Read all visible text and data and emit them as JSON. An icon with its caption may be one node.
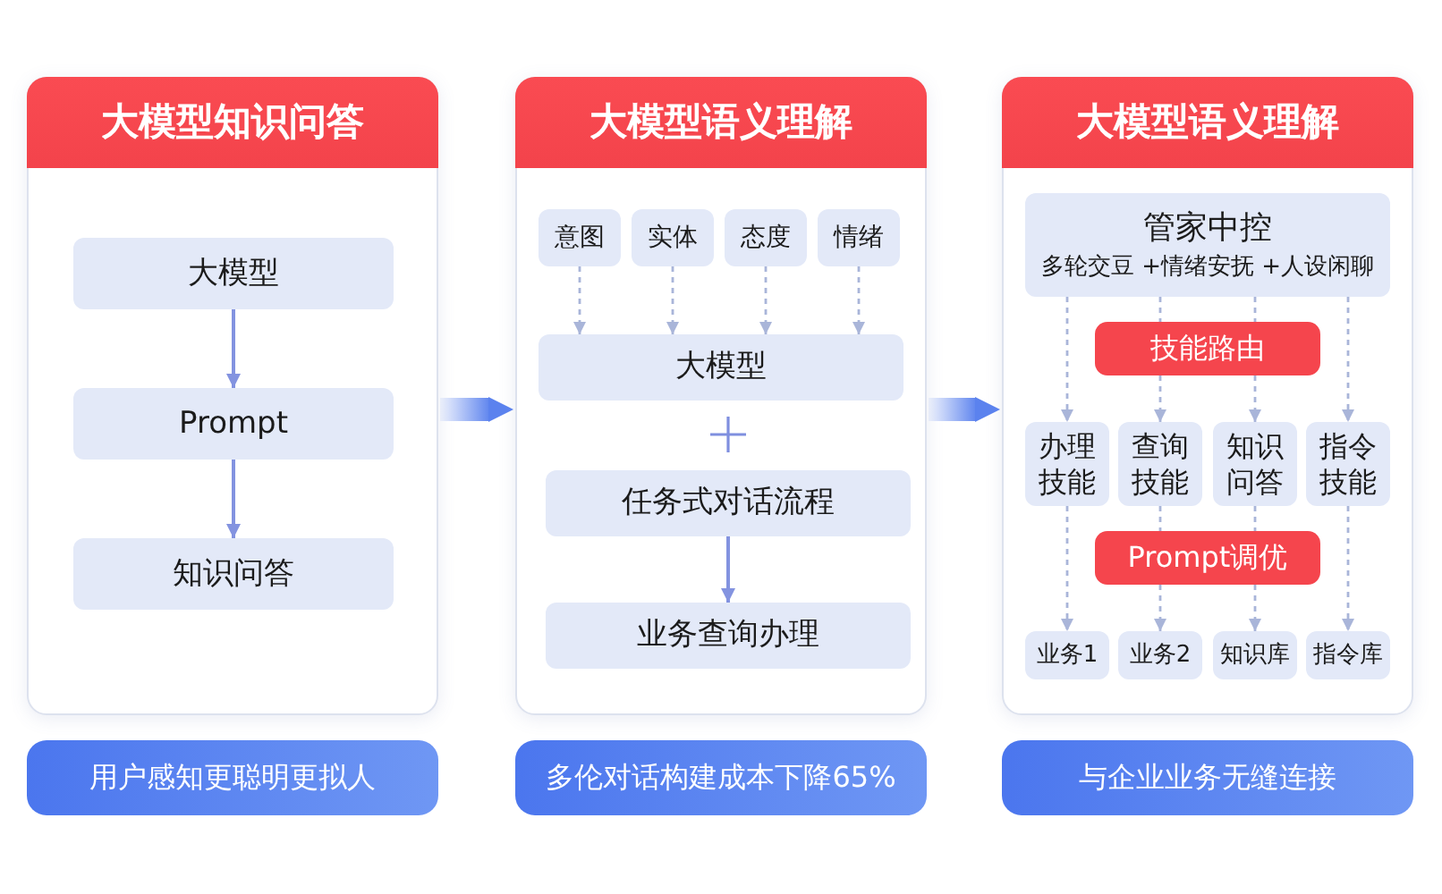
{
  "diagram": {
    "nodes": [
      {
        "text": [
          "大模型知识问答"
        ]
      },
      {
        "text": [
          "大模型"
        ],
        "in": 0
      },
      {
        "text": [
          "Prompt"
        ],
        "in": 0
      },
      {
        "text": [
          "知识问答"
        ],
        "in": 0
      },
      {
        "text": [
          "用户感知更聪明更拟人"
        ]
      },
      {
        "text": [
          "大模型语义理解"
        ]
      },
      {
        "text": [
          "意图"
        ],
        "in": 5
      },
      {
        "text": [
          "实体"
        ],
        "in": 5
      },
      {
        "text": [
          "态度"
        ],
        "in": 5
      },
      {
        "text": [
          "情绪"
        ],
        "in": 5
      },
      {
        "text": [
          "大模型"
        ],
        "in": 5
      },
      {
        "text": [
          "任务式对话流程"
        ],
        "in": 5
      },
      {
        "text": [
          "业务查询办理"
        ],
        "in": 5
      },
      {
        "text": [
          "多伦对话构建成本下降65%"
        ]
      },
      {
        "text": [
          "大模型语义理解"
        ]
      },
      {
        "text": [
          "管家中控",
          "多轮交豆 +情绪安抚 +人设闲聊"
        ],
        "in": 14
      },
      {
        "text": [
          "技能路由"
        ],
        "in": 14
      },
      {
        "text": [
          "办理技能"
        ],
        "in": 14
      },
      {
        "text": [
          "查询技能"
        ],
        "in": 14
      },
      {
        "text": [
          "知识问答"
        ],
        "in": 14
      },
      {
        "text": [
          "指令技能"
        ],
        "in": 14
      },
      {
        "text": [
          "Prompt调优"
        ],
        "in": 14
      },
      {
        "text": [
          "业务1"
        ],
        "in": 14
      },
      {
        "text": [
          "业务2"
        ],
        "in": 14
      },
      {
        "text": [
          "知识库"
        ],
        "in": 14
      },
      {
        "text": [
          "指令库"
        ],
        "in": 14
      },
      {
        "text": [
          "与企业业务无缝连接"
        ]
      }
    ],
    "edges": [
      {
        "from": 0,
        "to": 5,
        "arrow": "to",
        "style": "thick",
        "color": "#5b82ee"
      },
      {
        "from": 5,
        "to": 14,
        "arrow": "to",
        "style": "thick",
        "color": "#5b82ee"
      },
      {
        "from": 1,
        "to": 2,
        "arrow": "to",
        "color": "#8393e0"
      },
      {
        "from": 2,
        "to": 3,
        "arrow": "to",
        "color": "#8393e0"
      },
      {
        "from": 6,
        "to": 10,
        "arrow": "to",
        "style": "dashed"
      },
      {
        "from": 7,
        "to": 10,
        "arrow": "to",
        "style": "dashed"
      },
      {
        "from": 8,
        "to": 10,
        "arrow": "to",
        "style": "dashed"
      },
      {
        "from": 9,
        "to": 10,
        "arrow": "to",
        "style": "dashed"
      },
      {
        "from": 11,
        "to": 12,
        "arrow": "to",
        "color": "#8393e0"
      },
      {
        "from": 15,
        "to": 17,
        "arrow": "to",
        "style": "dashed"
      },
      {
        "from": 15,
        "to": 16,
        "arrow": "none",
        "style": "dashed"
      },
      {
        "from": 15,
        "to": 16,
        "arrow": "none",
        "style": "dashed"
      },
      {
        "from": 15,
        "to": 20,
        "arrow": "to",
        "style": "dashed"
      },
      {
        "from": 16,
        "to": 18,
        "arrow": "to",
        "style": "dashed"
      },
      {
        "from": 16,
        "to": 19,
        "arrow": "to",
        "style": "dashed"
      },
      {
        "from": 17,
        "to": 22,
        "arrow": "to",
        "style": "dashed"
      },
      {
        "from": 18,
        "to": 21,
        "arrow": "none",
        "style": "dashed"
      },
      {
        "from": 19,
        "to": 21,
        "arrow": "none",
        "style": "dashed"
      },
      {
        "from": 21,
        "to": 23,
        "arrow": "to",
        "style": "dashed"
      },
      {
        "from": 21,
        "to": 24,
        "arrow": "to",
        "style": "dashed"
      },
      {
        "from": 20,
        "to": 25,
        "arrow": "to",
        "style": "dashed"
      }
    ]
  }
}
